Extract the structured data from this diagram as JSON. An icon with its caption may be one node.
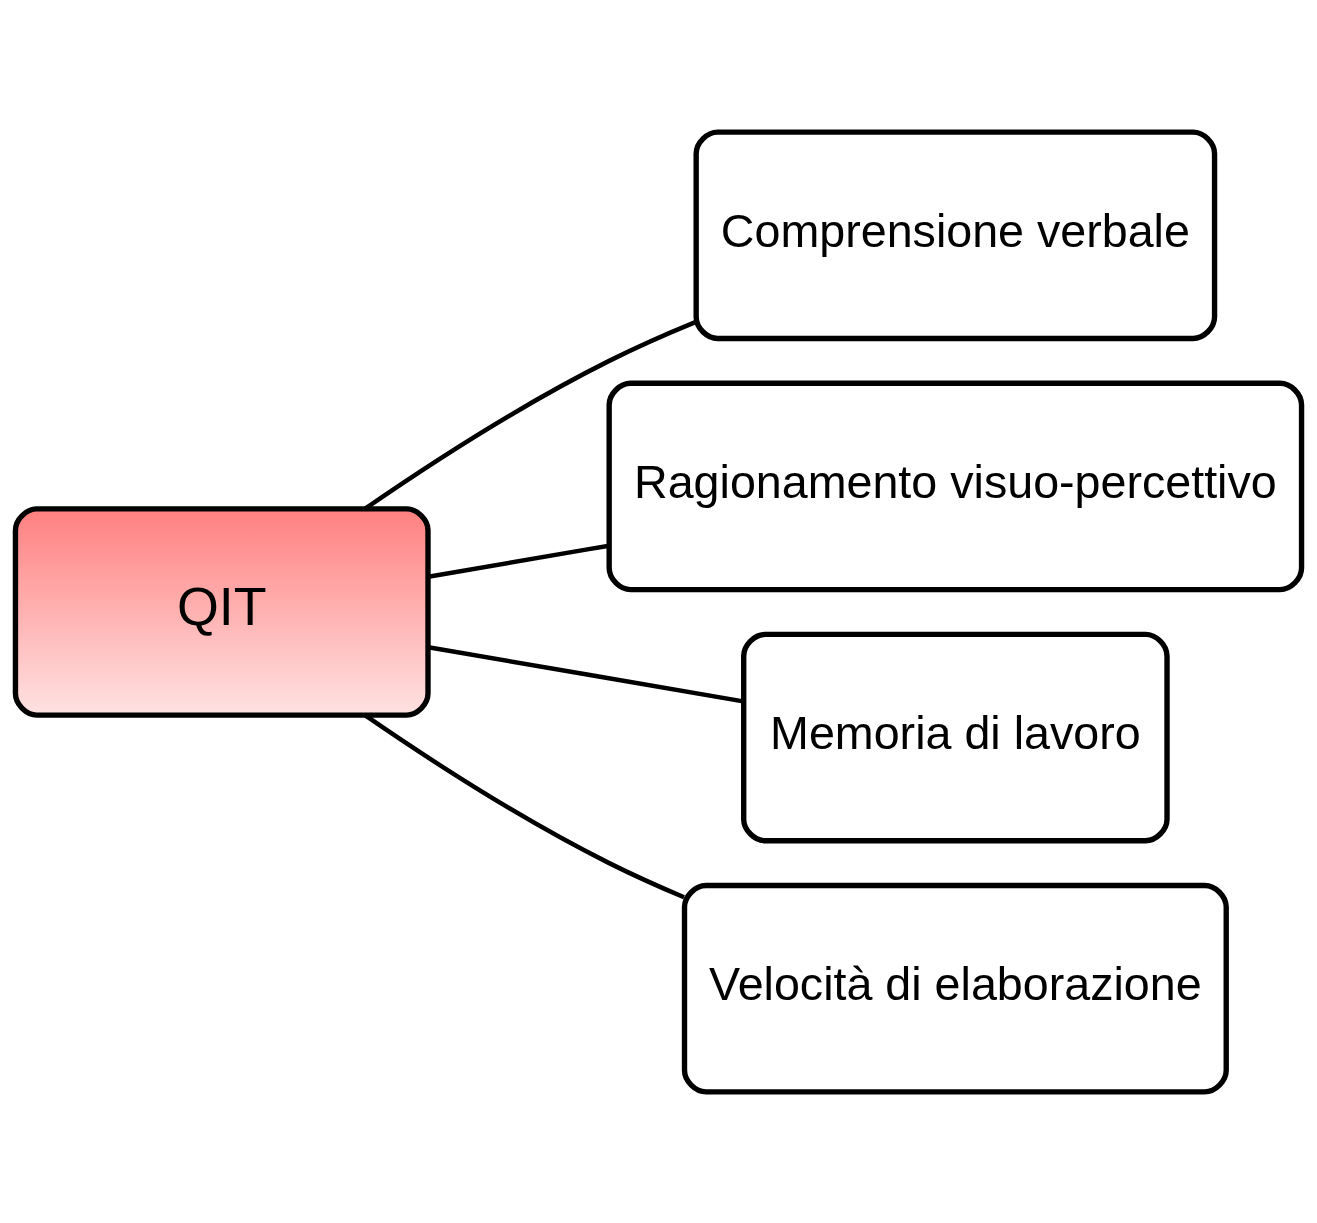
{
  "diagram": {
    "nodes": [
      {
        "text": [
          "QIT"
        ]
      },
      {
        "text": [
          "Comprensione verbale"
        ]
      },
      {
        "text": [
          "Ragionamento visuo-percettivo"
        ]
      },
      {
        "text": [
          "Memoria di lavoro"
        ]
      },
      {
        "text": [
          "Velocità di elaborazione"
        ]
      }
    ],
    "edges": [
      {
        "from": 0,
        "to": 1,
        "arrow": "none"
      },
      {
        "from": 0,
        "to": 2,
        "arrow": "none"
      },
      {
        "from": 0,
        "to": 3,
        "arrow": "none"
      },
      {
        "from": 0,
        "to": 4,
        "arrow": "none"
      }
    ]
  }
}
